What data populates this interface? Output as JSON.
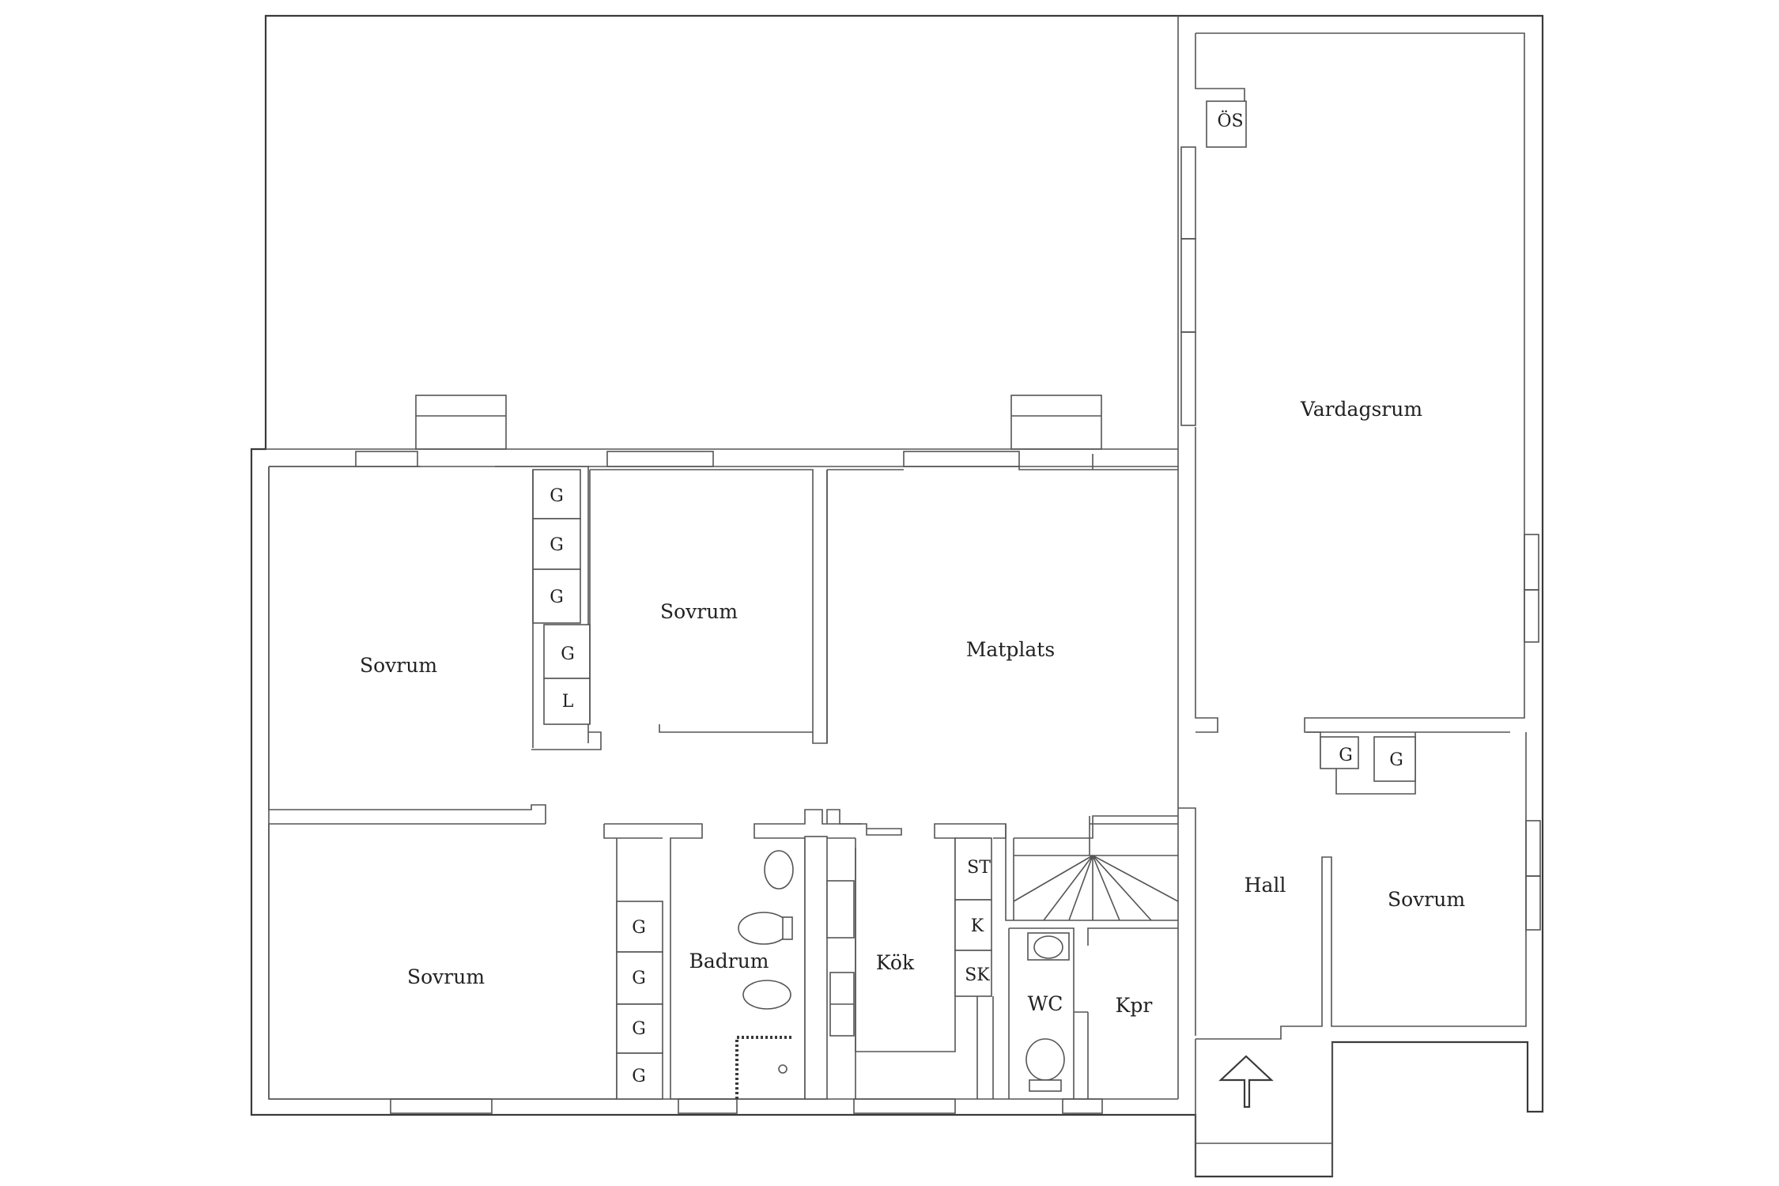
{
  "rooms": {
    "vardagsrum": "Vardagsrum",
    "sovrum_1": "Sovrum",
    "sovrum_2": "Sovrum",
    "matplats": "Matplats",
    "sovrum_3": "Sovrum",
    "badrum": "Badrum",
    "kok": "Kök",
    "wc": "WC",
    "kpr": "Kpr",
    "hall": "Hall",
    "sovrum_4": "Sovrum"
  },
  "closets": {
    "os": "ÖS",
    "g1": "G",
    "g2": "G",
    "g3": "G",
    "g4": "G",
    "l1": "L",
    "g5": "G",
    "g6": "G",
    "g7": "G",
    "g8": "G",
    "g9": "G",
    "g10": "G",
    "st": "ST",
    "k": "K",
    "sk": "SK"
  },
  "colors": {
    "line": "#3a3a3a",
    "background": "#ffffff"
  },
  "icons": {
    "entrance": "arrow-up-icon"
  }
}
